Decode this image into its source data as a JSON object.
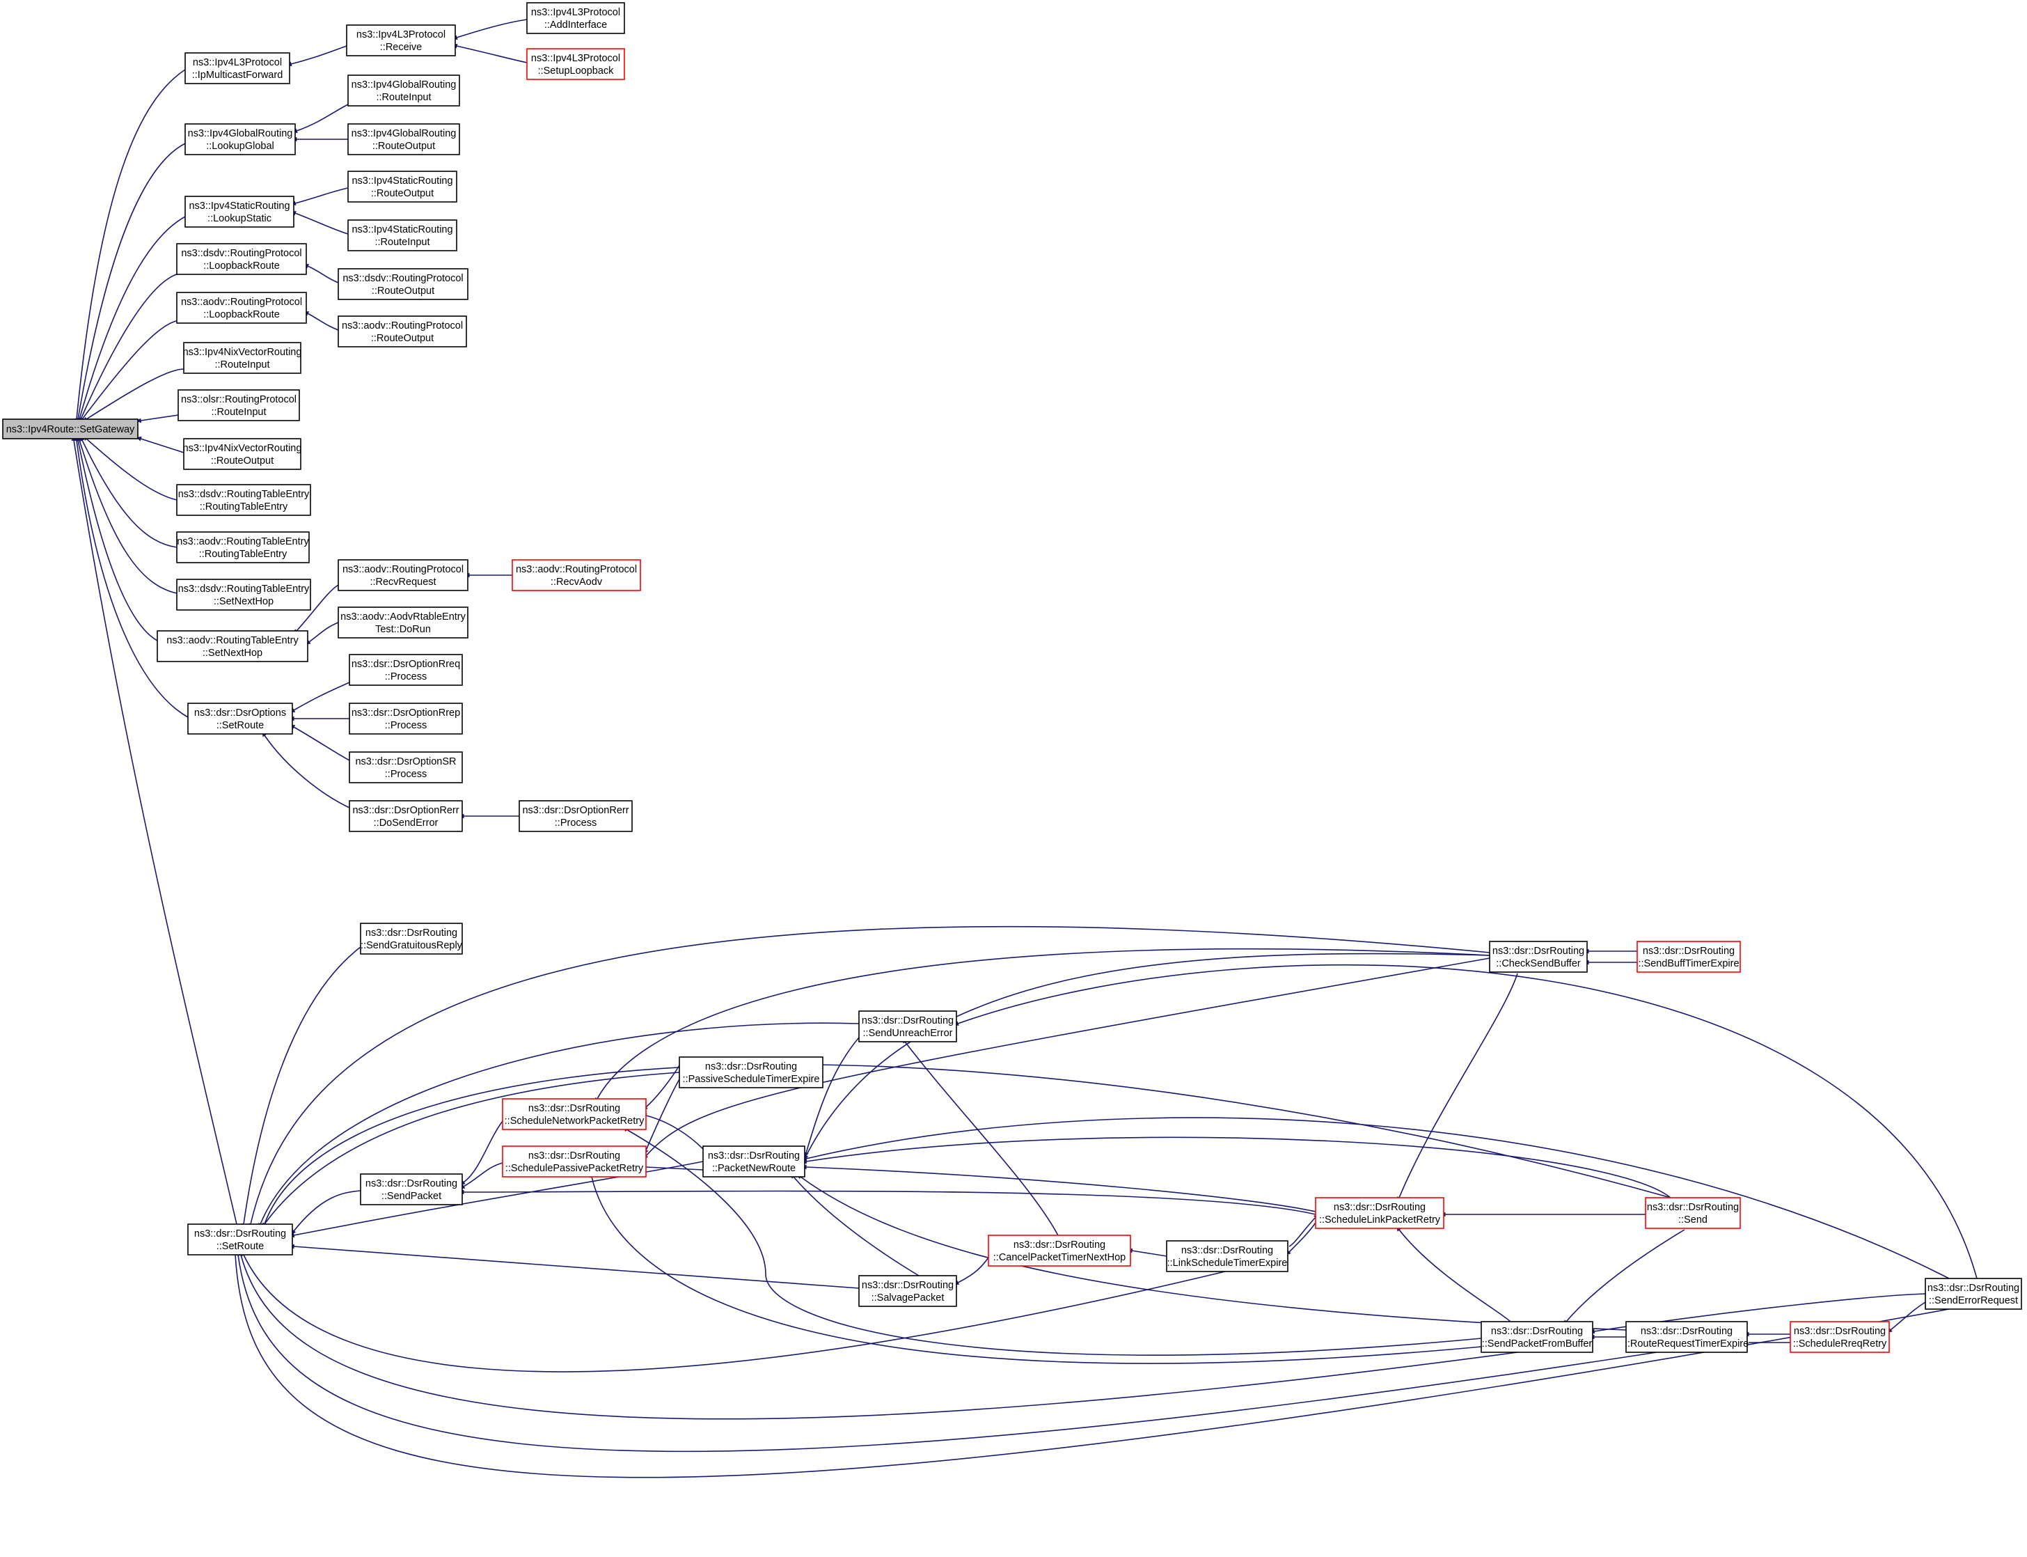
{
  "colors": {
    "edge": "#191970",
    "node_border": "#000000",
    "node_border_truncated": "#ff0000",
    "root_fill": "#bfbfbf"
  },
  "nodes": {
    "setgateway": {
      "lines": [
        "ns3::Ipv4Route::SetGateway"
      ],
      "kind": "root"
    },
    "ipmulticastforward": {
      "lines": [
        "ns3::Ipv4L3Protocol",
        "::IpMulticastForward"
      ]
    },
    "receive": {
      "lines": [
        "ns3::Ipv4L3Protocol",
        "::Receive"
      ]
    },
    "addinterface": {
      "lines": [
        "ns3::Ipv4L3Protocol",
        "::AddInterface"
      ]
    },
    "setuploopback": {
      "lines": [
        "ns3::Ipv4L3Protocol",
        "::SetupLoopback"
      ],
      "kind": "red"
    },
    "lookupglobal": {
      "lines": [
        "ns3::Ipv4GlobalRouting",
        "::LookupGlobal"
      ]
    },
    "global_routeinput": {
      "lines": [
        "ns3::Ipv4GlobalRouting",
        "::RouteInput"
      ]
    },
    "global_routeoutput": {
      "lines": [
        "ns3::Ipv4GlobalRouting",
        "::RouteOutput"
      ]
    },
    "lookupstatic": {
      "lines": [
        "ns3::Ipv4StaticRouting",
        "::LookupStatic"
      ]
    },
    "static_routeoutput": {
      "lines": [
        "ns3::Ipv4StaticRouting",
        "::RouteOutput"
      ]
    },
    "static_routeinput": {
      "lines": [
        "ns3::Ipv4StaticRouting",
        "::RouteInput"
      ]
    },
    "dsdv_loopback": {
      "lines": [
        "ns3::dsdv::RoutingProtocol",
        "::LoopbackRoute"
      ]
    },
    "dsdv_routeoutput": {
      "lines": [
        "ns3::dsdv::RoutingProtocol",
        "::RouteOutput"
      ]
    },
    "aodv_loopback": {
      "lines": [
        "ns3::aodv::RoutingProtocol",
        "::LoopbackRoute"
      ]
    },
    "aodv_routeoutput": {
      "lines": [
        "ns3::aodv::RoutingProtocol",
        "::RouteOutput"
      ]
    },
    "nix_routeinput": {
      "lines": [
        "ns3::Ipv4NixVectorRouting",
        "::RouteInput"
      ]
    },
    "olsr_routeinput": {
      "lines": [
        "ns3::olsr::RoutingProtocol",
        "::RouteInput"
      ]
    },
    "nix_routeoutput": {
      "lines": [
        "ns3::Ipv4NixVectorRouting",
        "::RouteOutput"
      ]
    },
    "dsdv_rte": {
      "lines": [
        "ns3::dsdv::RoutingTableEntry",
        "::RoutingTableEntry"
      ]
    },
    "aodv_rte": {
      "lines": [
        "ns3::aodv::RoutingTableEntry",
        "::RoutingTableEntry"
      ]
    },
    "dsdv_setnexthop": {
      "lines": [
        "ns3::dsdv::RoutingTableEntry",
        "::SetNextHop"
      ]
    },
    "aodv_setnexthop": {
      "lines": [
        "ns3::aodv::RoutingTableEntry",
        "::SetNextHop"
      ]
    },
    "aodv_recvrequest": {
      "lines": [
        "ns3::aodv::RoutingProtocol",
        "::RecvRequest"
      ]
    },
    "aodv_recvaodv": {
      "lines": [
        "ns3::aodv::RoutingProtocol",
        "::RecvAodv"
      ],
      "kind": "red"
    },
    "aodv_rtetest": {
      "lines": [
        "ns3::aodv::AodvRtableEntry",
        "Test::DoRun"
      ]
    },
    "dsroptions_setroute": {
      "lines": [
        "ns3::dsr::DsrOptions",
        "::SetRoute"
      ]
    },
    "rreq_process": {
      "lines": [
        "ns3::dsr::DsrOptionRreq",
        "::Process"
      ]
    },
    "rrep_process": {
      "lines": [
        "ns3::dsr::DsrOptionRrep",
        "::Process"
      ]
    },
    "sr_process": {
      "lines": [
        "ns3::dsr::DsrOptionSR",
        "::Process"
      ]
    },
    "rerr_dosenderror": {
      "lines": [
        "ns3::dsr::DsrOptionRerr",
        "::DoSendError"
      ]
    },
    "rerr_process": {
      "lines": [
        "ns3::dsr::DsrOptionRerr",
        "::Process"
      ]
    },
    "dsrrouting_setroute": {
      "lines": [
        "ns3::dsr::DsrRouting",
        "::SetRoute"
      ]
    },
    "sendgratuitous": {
      "lines": [
        "ns3::dsr::DsrRouting",
        "::SendGratuitousReply"
      ]
    },
    "sendpacket": {
      "lines": [
        "ns3::dsr::DsrRouting",
        "::SendPacket"
      ]
    },
    "schednetwork": {
      "lines": [
        "ns3::dsr::DsrRouting",
        "::ScheduleNetworkPacketRetry"
      ],
      "kind": "red"
    },
    "schedpassive": {
      "lines": [
        "ns3::dsr::DsrRouting",
        "::SchedulePassivePacketRetry"
      ],
      "kind": "red"
    },
    "passivetimer": {
      "lines": [
        "ns3::dsr::DsrRouting",
        "::PassiveScheduleTimerExpire"
      ]
    },
    "packetnewroute": {
      "lines": [
        "ns3::dsr::DsrRouting",
        "::PacketNewRoute"
      ]
    },
    "sendunreach": {
      "lines": [
        "ns3::dsr::DsrRouting",
        "::SendUnreachError"
      ]
    },
    "salvage": {
      "lines": [
        "ns3::dsr::DsrRouting",
        "::SalvagePacket"
      ]
    },
    "canceltimer": {
      "lines": [
        "ns3::dsr::DsrRouting",
        "::CancelPacketTimerNextHop"
      ],
      "kind": "red"
    },
    "linksched": {
      "lines": [
        "ns3::dsr::DsrRouting",
        "::LinkScheduleTimerExpire"
      ]
    },
    "schedlink": {
      "lines": [
        "ns3::dsr::DsrRouting",
        "::ScheduleLinkPacketRetry"
      ],
      "kind": "red"
    },
    "checksend": {
      "lines": [
        "ns3::dsr::DsrRouting",
        "::CheckSendBuffer"
      ]
    },
    "sendbufftimer": {
      "lines": [
        "ns3::dsr::DsrRouting",
        "::SendBuffTimerExpire"
      ],
      "kind": "red"
    },
    "send": {
      "lines": [
        "ns3::dsr::DsrRouting",
        "::Send"
      ],
      "kind": "red"
    },
    "sendfrombuffer": {
      "lines": [
        "ns3::dsr::DsrRouting",
        "::SendPacketFromBuffer"
      ]
    },
    "rreqtimer": {
      "lines": [
        "ns3::dsr::DsrRouting",
        "::RouteRequestTimerExpire"
      ]
    },
    "schedrreq": {
      "lines": [
        "ns3::dsr::DsrRouting",
        "::ScheduleRreqRetry"
      ],
      "kind": "red"
    },
    "senderrreq": {
      "lines": [
        "ns3::dsr::DsrRouting",
        "::SendErrorRequest"
      ]
    }
  }
}
